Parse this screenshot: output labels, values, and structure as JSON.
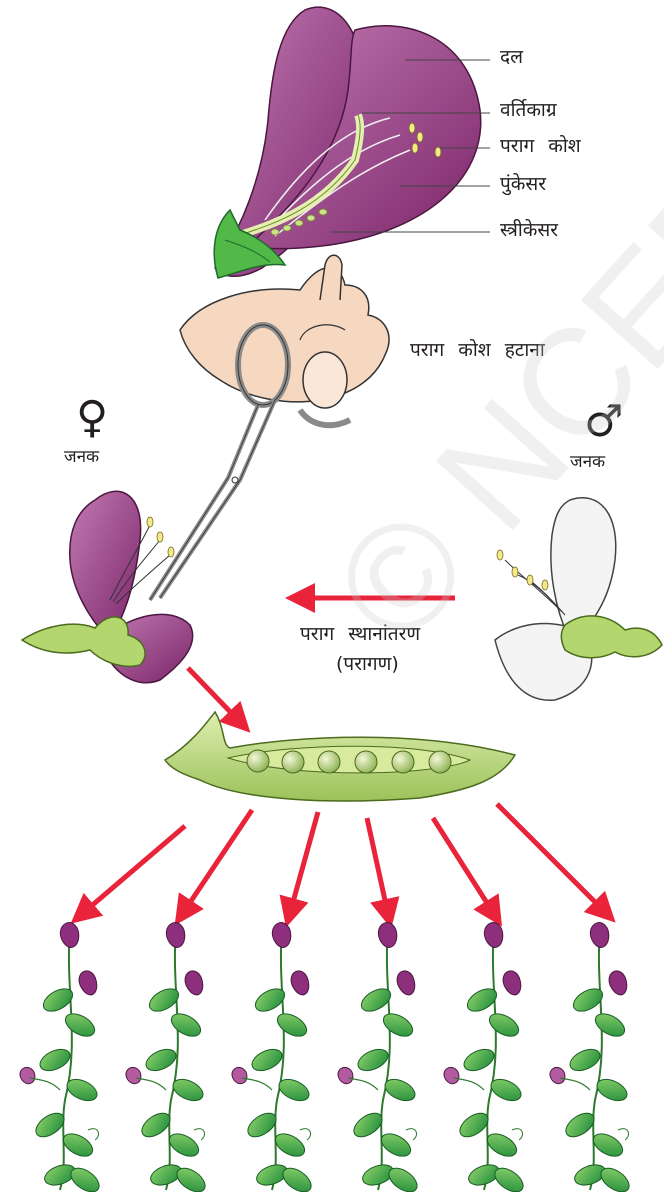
{
  "labels": {
    "petal": "दल",
    "stigma": "वर्तिकाग्र",
    "anther": "पराग कोश",
    "stamen": "पुंकेसर",
    "pistil": "स्त्रीकेसर",
    "remove_anthers": "पराग कोश हटाना",
    "female_parent": "जनक",
    "male_parent": "जनक",
    "pollen_transfer": "पराग स्थानांतरण",
    "pollination": "(परागण)"
  },
  "symbols": {
    "female": "♀",
    "male": "♂"
  },
  "watermark": "© NCERT",
  "colors": {
    "petal_purple": "#8e2f7d",
    "petal_light": "#c27ab3",
    "leaf_green": "#3fae49",
    "pod_green": "#b9d77a",
    "arrow_red": "#e8233a",
    "skin": "#f6d7c0"
  },
  "offspring_plants": 6
}
